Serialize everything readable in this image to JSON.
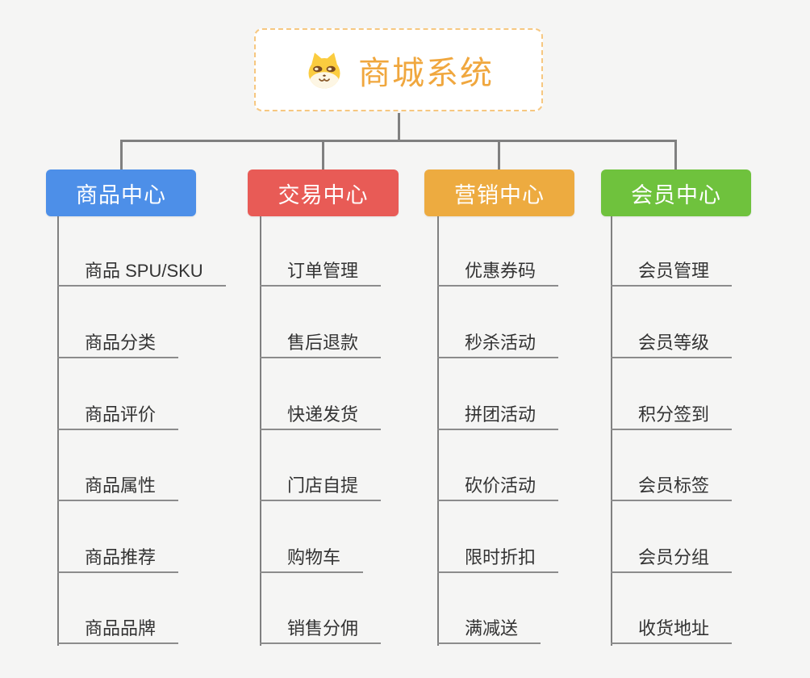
{
  "canvas": {
    "background": "#F5F5F4",
    "connector_color": "#808080",
    "leaf_underline_color": "#8C8C8C",
    "leaf_text_color": "#333333"
  },
  "root": {
    "title": "商城系统",
    "icon": "shiba-dog-icon",
    "text_color": "#F0A73E",
    "border_color": "#F6C780"
  },
  "branches": [
    {
      "label": "商品中心",
      "color": "#4D8FE8",
      "children": [
        "商品 SPU/SKU",
        "商品分类",
        "商品评价",
        "商品属性",
        "商品推荐",
        "商品品牌"
      ]
    },
    {
      "label": "交易中心",
      "color": "#E85B56",
      "children": [
        "订单管理",
        "售后退款",
        "快递发货",
        "门店自提",
        "购物车",
        "销售分佣"
      ]
    },
    {
      "label": "营销中心",
      "color": "#EDAB40",
      "children": [
        "优惠券码",
        "秒杀活动",
        "拼团活动",
        "砍价活动",
        "限时折扣",
        "满减送"
      ]
    },
    {
      "label": "会员中心",
      "color": "#6FC23D",
      "children": [
        "会员管理",
        "会员等级",
        "积分签到",
        "会员标签",
        "会员分组",
        "收货地址"
      ]
    }
  ]
}
